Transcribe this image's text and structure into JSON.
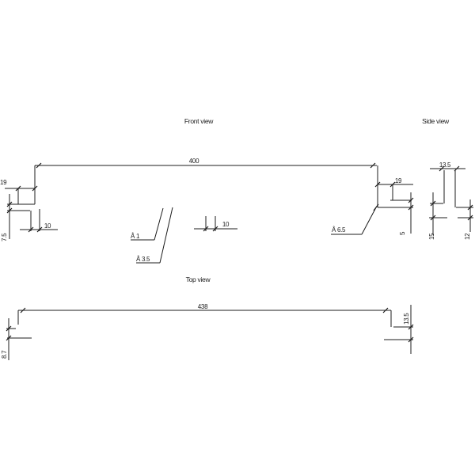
{
  "colors": {
    "background": "#ffffff",
    "line": "#1c1c1c",
    "text": "#1c1c1c"
  },
  "views": {
    "front": {
      "label": "Front view",
      "dimensions": {
        "total_width": "400",
        "left_flange_width": "19",
        "left_offset": "10",
        "left_lip_height": "7.5",
        "middle_offset": "10",
        "right_flange_width": "19",
        "right_lip_height": "5"
      },
      "annotations": {
        "note_1": "Å 1",
        "note_3_5": "Å 3.5",
        "note_6_5": "Å 6.5"
      }
    },
    "side": {
      "label": "Side view",
      "dimensions": {
        "profile_width": "13.5",
        "left_depth": "15",
        "right_depth": "12"
      }
    },
    "top": {
      "label": "Top view",
      "dimensions": {
        "total_width": "438",
        "left_return_depth": "8.7",
        "right_return_depth": "13.5"
      }
    }
  }
}
